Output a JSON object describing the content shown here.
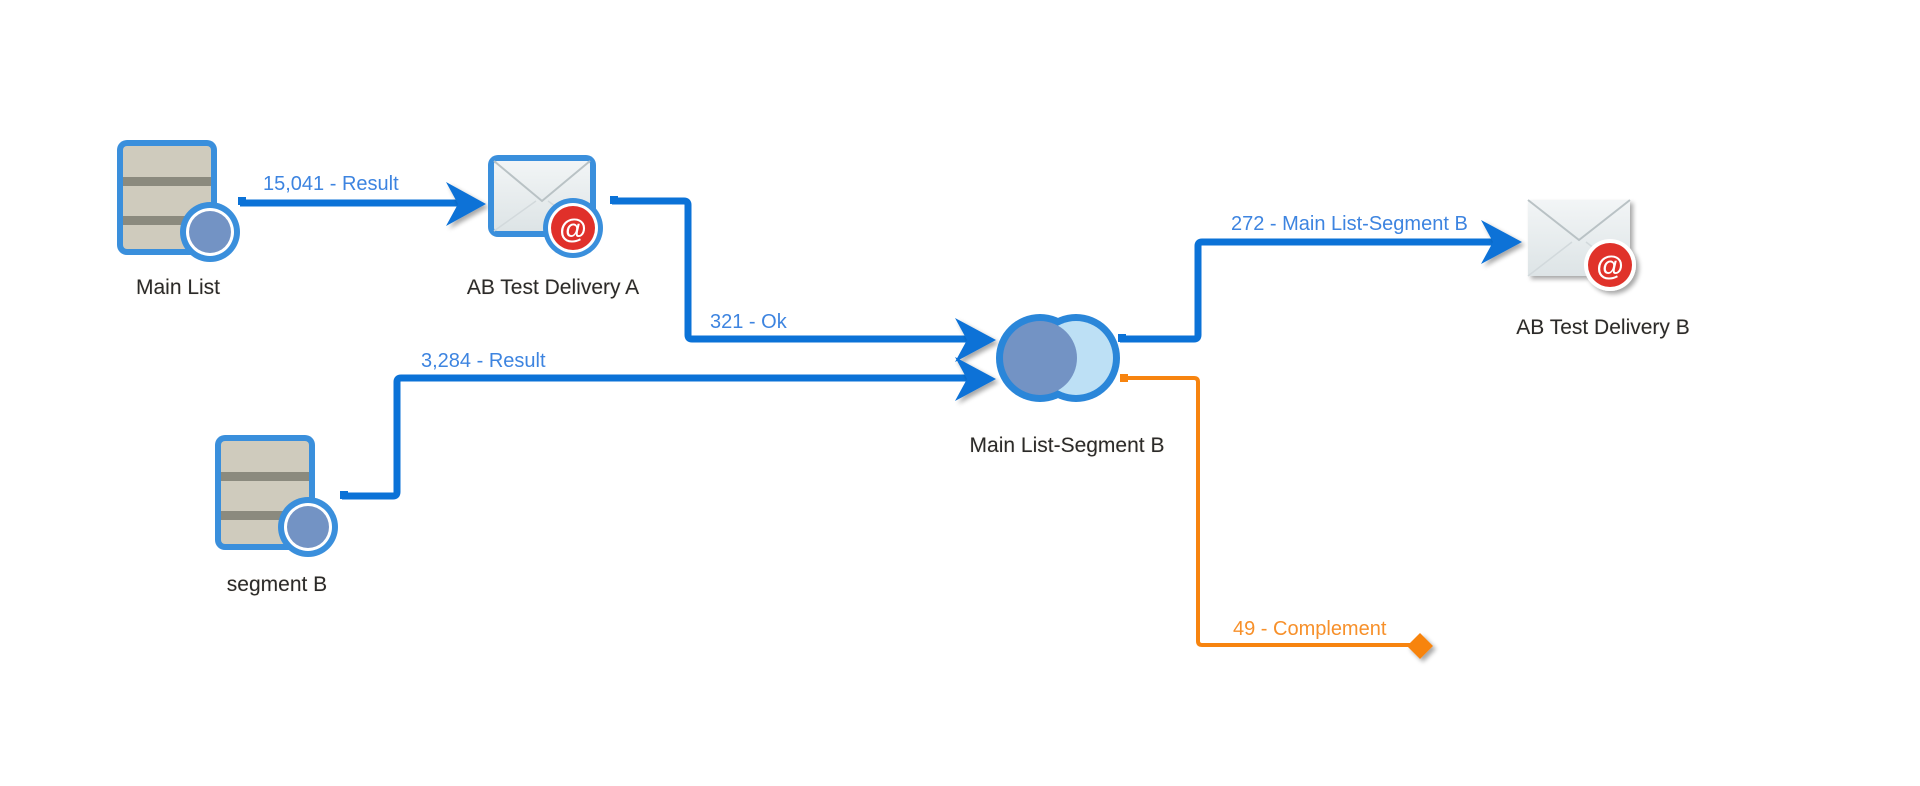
{
  "workflow": {
    "colors": {
      "connector_blue": "#0b72d7",
      "connector_orange": "#f7840f",
      "label_blue": "#3d84e0",
      "label_orange": "#f7902a",
      "selection_border": "#3a8fdc",
      "db_fill": "#cfcbbd",
      "db_stripe": "#8b8a7e",
      "db_circle": "#7393c4",
      "badge_red": "#e0302a",
      "venn_left": "#7393c4",
      "venn_right": "#bde0f5"
    },
    "nodes": {
      "main_list": {
        "label": "Main List",
        "type": "query",
        "icon": "database-query-icon",
        "selected": true
      },
      "delivery_a": {
        "label": "AB Test Delivery A",
        "type": "email-delivery",
        "icon": "email-delivery-icon",
        "selected": true
      },
      "segment_b": {
        "label": "segment B",
        "type": "query",
        "icon": "database-query-icon",
        "selected": true
      },
      "exclusion": {
        "label": "Main List-Segment B",
        "type": "exclusion",
        "icon": "exclusion-venn-icon",
        "selected": true
      },
      "delivery_b": {
        "label": "AB Test Delivery B",
        "type": "email-delivery",
        "icon": "email-delivery-icon",
        "selected": false
      }
    },
    "edges": [
      {
        "id": "e1",
        "from": "main_list",
        "to": "delivery_a",
        "label": "15,041 - Result",
        "count": 15041,
        "status": "Result",
        "color": "blue"
      },
      {
        "id": "e2",
        "from": "delivery_a",
        "to": "exclusion",
        "label": "321 - Ok",
        "count": 321,
        "status": "Ok",
        "color": "blue"
      },
      {
        "id": "e3",
        "from": "segment_b",
        "to": "exclusion",
        "label": "3,284 - Result",
        "count": 3284,
        "status": "Result",
        "color": "blue"
      },
      {
        "id": "e4",
        "from": "exclusion",
        "to": "delivery_b",
        "label": "272 - Main List-Segment B",
        "count": 272,
        "status": "Main List-Segment B",
        "color": "blue"
      },
      {
        "id": "e5",
        "from": "exclusion",
        "to": null,
        "label": "49 - Complement",
        "count": 49,
        "status": "Complement",
        "color": "orange"
      }
    ]
  }
}
